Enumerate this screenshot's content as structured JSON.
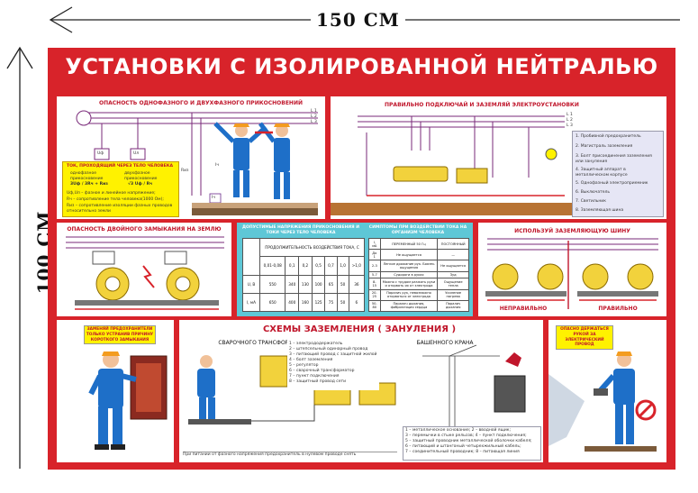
{
  "dimensions": {
    "width_label": "150 СМ",
    "height_label": "100 СМ"
  },
  "poster": {
    "title": "УСТАНОВКИ С ИЗОЛИРОВАННОЙ НЕЙТРАЛЬЮ",
    "colors": {
      "frame": "#d8232a",
      "accent": "#c0162b",
      "yellow": "#fff200",
      "cyan": "#5ec7d6",
      "worker": "#1e6fc8"
    },
    "panel1": {
      "caption": "ОПАСНОСТЬ ОДНОФАЗНОГО И ДВУХФАЗНОГО ПРИКОСНОВЕНИЙ",
      "lines": [
        "L 1",
        "L 2",
        "L 3"
      ],
      "meters": [
        "Uф",
        "Uл"
      ],
      "box_title": "ТОК, ПРОХОДЯЩИЙ ЧЕРЕЗ ТЕЛО ЧЕЛОВЕКА",
      "col_a": "однофазное прикосновение",
      "col_b": "двухфазное прикосновение",
      "formula_a": "3Uф / 3Rч + Rиз",
      "formula_b": "√3 Uф / Rч",
      "legend": [
        "Uф,Uл – фазное и линейное напряжение;",
        "Rч – сопротивление тела человека(1000 Ом);",
        "Rиз – сопротивление изоляции фазных проводов относительно земли"
      ],
      "labels": [
        "Iч",
        "Iч",
        "Rиз"
      ]
    },
    "panel2": {
      "caption": "ПРАВИЛЬНО ПОДКЛЮЧАЙ И ЗАЗЕМЛЯЙ ЭЛЕКТРОУСТАНОВКИ",
      "lines": [
        "L 1",
        "L 2",
        "L 3"
      ],
      "legend": [
        "1. Пробивной предохранитель",
        "2. Магистраль заземления",
        "3. Болт присоединения заземления или зануления",
        "4. Защитный аппарат в металлическом корпусе",
        "5. Однофазный электроприемник",
        "6. Выключатель",
        "7. Светильник",
        "8. Заземляющая шина"
      ]
    },
    "panel3": {
      "caption": "ОПАСНОСТЬ ДВОЙНОГО ЗАМЫКАНИЯ НА ЗЕМЛЮ"
    },
    "panel4": {
      "left_title": "ДОПУСТИМЫЕ НАПРЯЖЕНИЯ ПРИКОСНОВЕНИЯ И ТОКИ ЧЕРЕЗ ТЕЛО ЧЕЛОВЕКА",
      "right_title": "СИМПТОМЫ ПРИ ВОЗДЕЙСТВИИ ТОКА НА ОРГАНИЗМ ЧЕЛОВЕКА",
      "duration_header": "ПРОДОЛЖИТЕЛЬНОСТЬ ВОЗДЕЙСТВИЯ ТОКА, С",
      "durations": [
        "0,01-0,08",
        "0,1",
        "0,2",
        "0,5",
        "0,7",
        "1,0",
        ">1,0"
      ],
      "u_label": "U, В",
      "u_values": [
        "550",
        "340",
        "130",
        "100",
        "65",
        "50",
        "36"
      ],
      "i_label": "I, мА",
      "i_values": [
        "650",
        "400",
        "160",
        "125",
        "75",
        "50",
        "6"
      ],
      "symptom_header": [
        "I, мА",
        "ПЕРЕМЕННЫЙ 50 Гц",
        "ПОСТОЯННЫЙ"
      ],
      "symptoms": [
        [
          "До 1",
          "Не ощущается",
          "—"
        ],
        [
          "2-3",
          "Легкое дрожание рук. Боязнь ощущения",
          "Не ощущается"
        ],
        [
          "5-7",
          "Судороги в руках",
          "Зуд"
        ],
        [
          "8-15",
          "Можно с трудом разжать руки и оторвать их от электрода",
          "Ощущение тепла"
        ],
        [
          "20-25",
          "Паралич рук, невозможно оторваться от электрода",
          "Усиление нагрева"
        ],
        [
          "50-80",
          "Паралич дыхания, фибрилляция сердца",
          "Паралич дыхания"
        ]
      ]
    },
    "panel5": {
      "caption": "ИСПОЛЬЗУЙ ЗАЗЕМЛЯЮЩУЮ ШИНУ",
      "wrong": "НЕПРАВИЛЬНО",
      "right": "ПРАВИЛЬНО"
    },
    "panel6": {
      "note": "ЗАМЕНЯЙ ПРЕДОХРАНИТЕЛИ ТОЛЬКО УСТРАНИВ ПРИЧИНУ КОРОТКОГО ЗАМЫКАНИЯ"
    },
    "panel7": {
      "title": "СХЕМЫ ЗАЗЕМЛЕНИЯ ( ЗАНУЛЕНИЯ )",
      "welding_title": "СВАРОЧНОГО ТРАНСФОРМАТОРА",
      "crane_title": "БАШЕННОГО КРАНА",
      "welding_legend": [
        "1 – электрододержатель",
        "2 – штепсельный одинарный провод",
        "3 – питающий провод с защитной жилой",
        "4 – болт заземления",
        "5 – регулятор",
        "6 – сварочный трансформатор",
        "7 – пункт подключения",
        "8 – защитный провод сети"
      ],
      "crane_legend": [
        "1 – металлическое основание; 2 – вводной ящик;",
        "3 – перемычки в стыке рельсов; 4 – пункт подключения;",
        "5 – защитный проводник металлической оболочки кабеля;",
        "6 – питающий и штангоный четырехжильный кабель;",
        "7 – соединительный проводник; 8 – питающая линия"
      ],
      "footnote": "При питании от фазного напряжения предохранитель в нулевом проводе снять"
    },
    "panel8": {
      "note": "ОПАСНО ДЕРЖАТЬСЯ РУКОЙ ЗА ЭЛЕКТРИЧЕСКИЙ ПРОВОД"
    }
  }
}
